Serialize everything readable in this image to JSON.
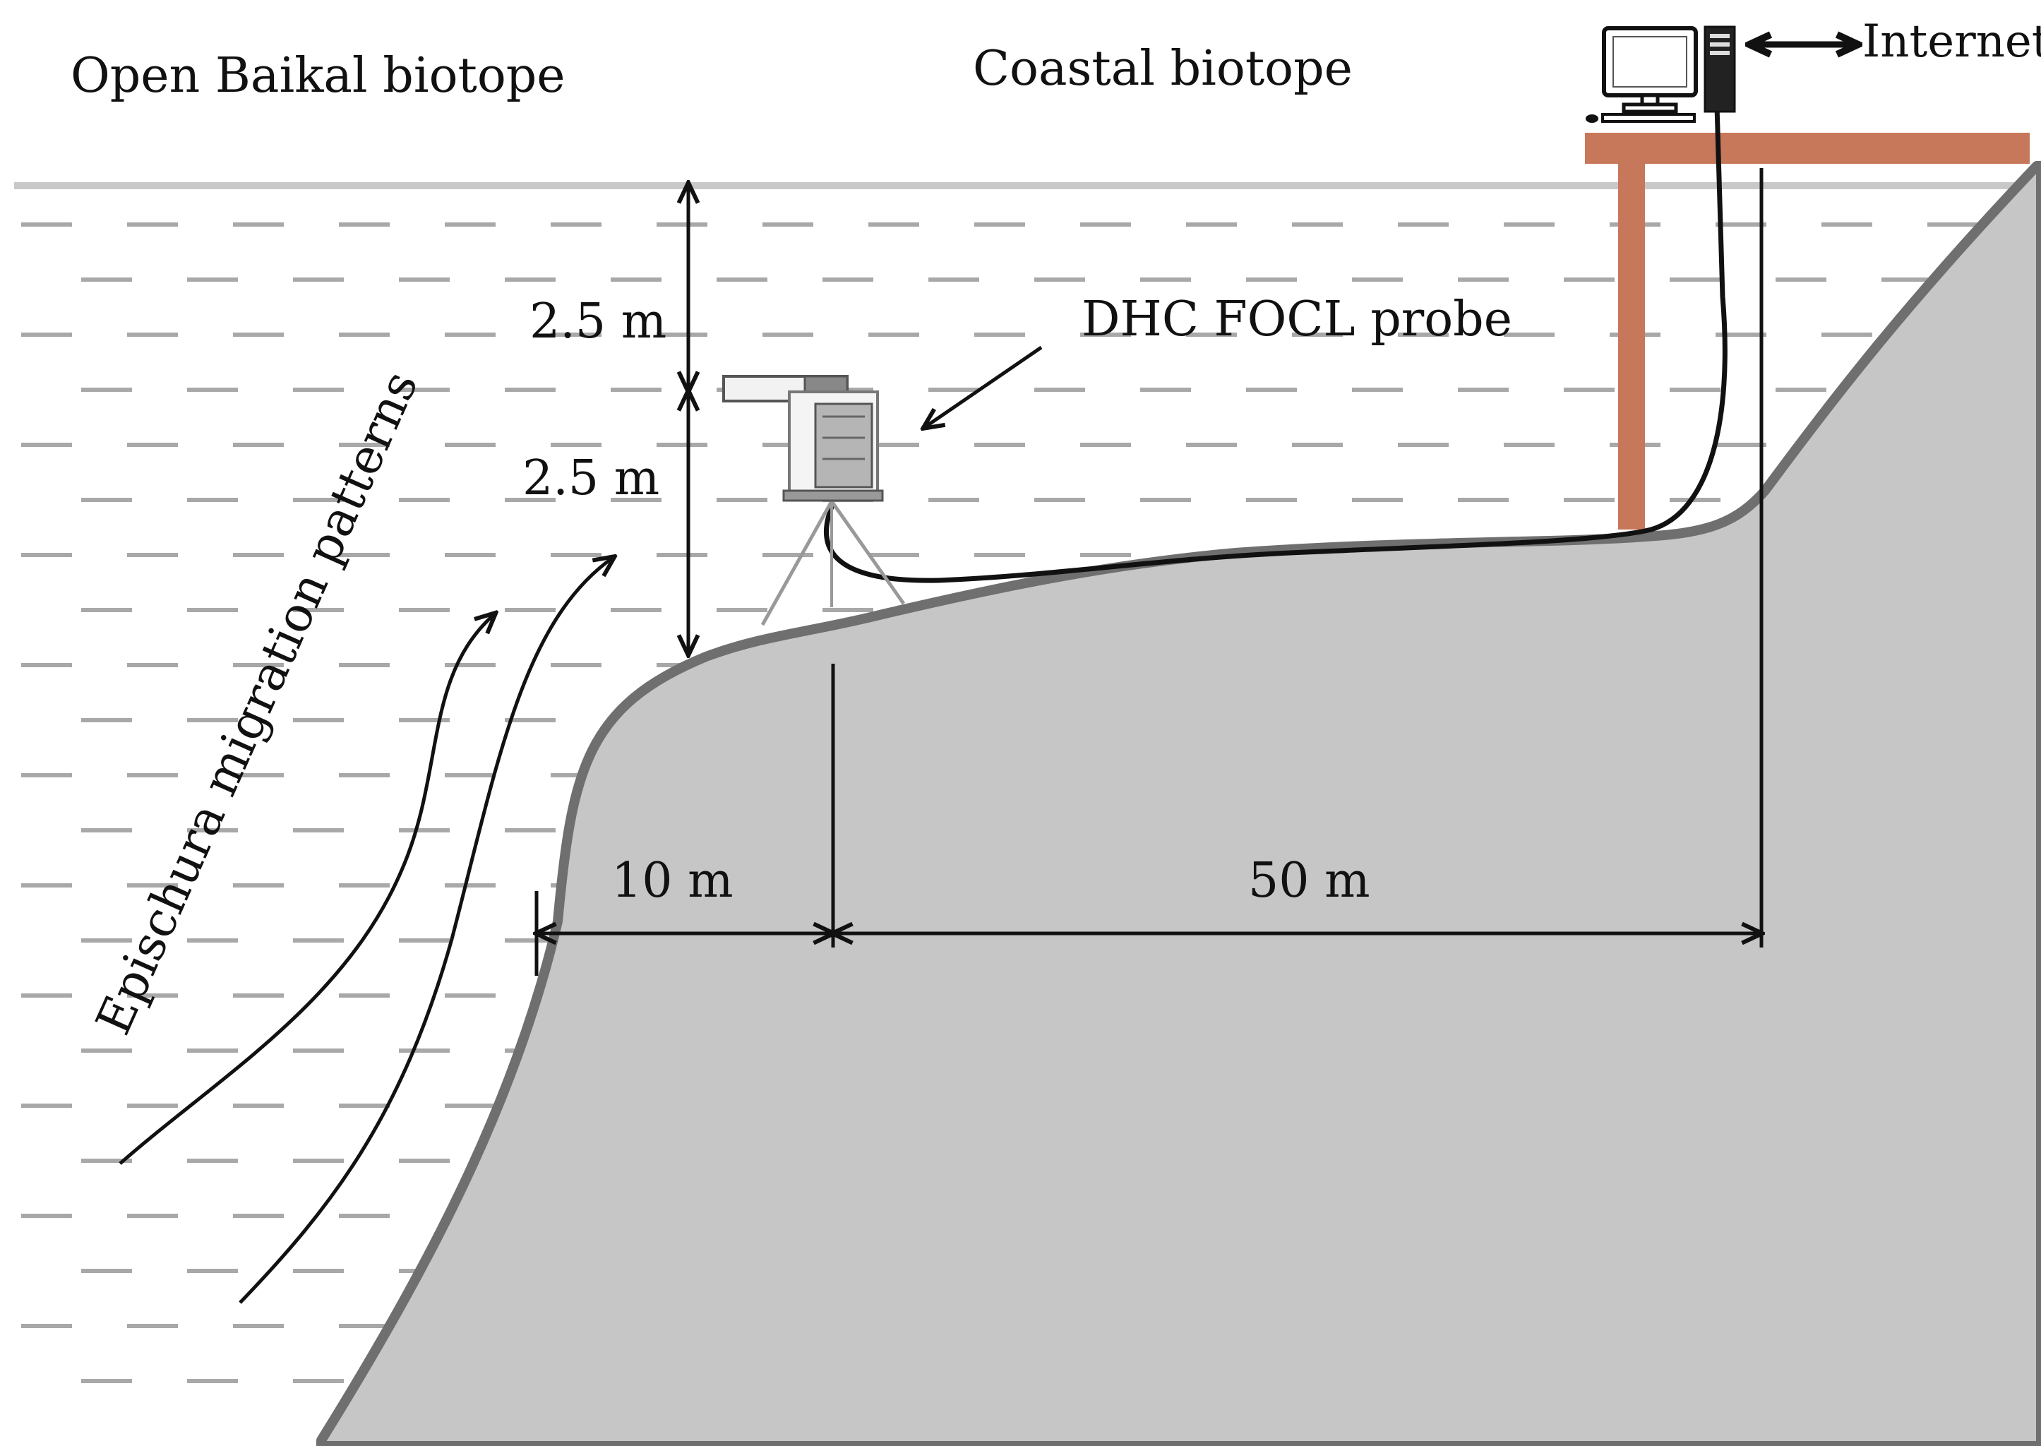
{
  "labels": {
    "open_biotope": "Open Baikal biotope",
    "coastal_biotope": "Coastal biotope",
    "internet": "Internet",
    "probe": "DHC FOCL probe",
    "depth_upper": "2.5 m",
    "depth_lower": "2.5 m",
    "dist_shore": "10 m",
    "dist_pier": "50 m",
    "migration": "Epischura migration patterns"
  },
  "colors": {
    "water_dash": "#a8a8a8",
    "water_surface": "#c8c8c8",
    "ground": "#c6c6c6",
    "ground_edge": "#6f6f6f",
    "pier": "#c8785a",
    "ink": "#111111"
  },
  "icons": {
    "computer": "desktop-computer-icon",
    "probe": "probe-instrument-icon"
  }
}
